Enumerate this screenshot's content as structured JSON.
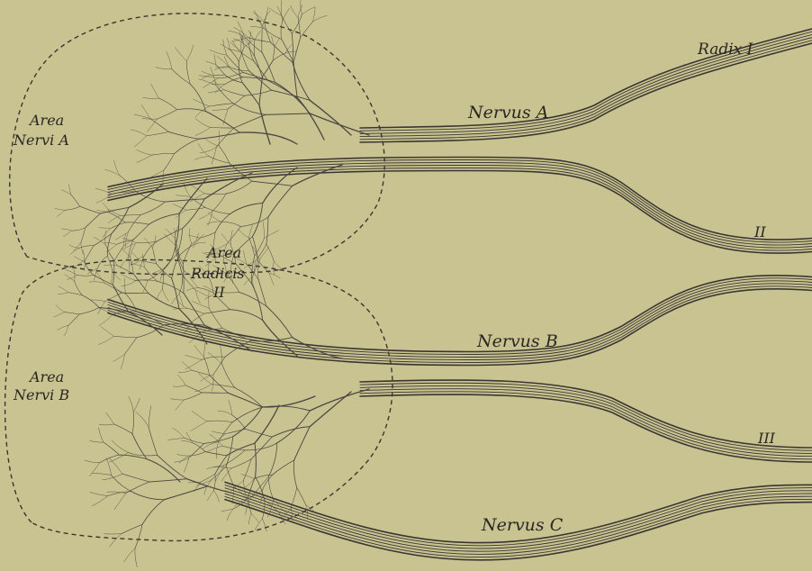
{
  "labels": {
    "radix_1": "Radix I",
    "radix_2": "II",
    "radix_3": "III",
    "nervus_a": "Nervus A",
    "nervus_b": "Nervus B",
    "nervus_c": "Nervus C",
    "area_nervi_a_line1": "Area",
    "area_nervi_a_line2": "Nervi A",
    "area_radicis_line1": "Area",
    "area_radicis_line2": "Radicis",
    "area_radicis_line3": "II",
    "area_nervi_b_line1": "Area",
    "area_nervi_b_line2": "Nervi B"
  },
  "colors": {
    "background": "#c9c291",
    "ink": "#3a3631"
  }
}
